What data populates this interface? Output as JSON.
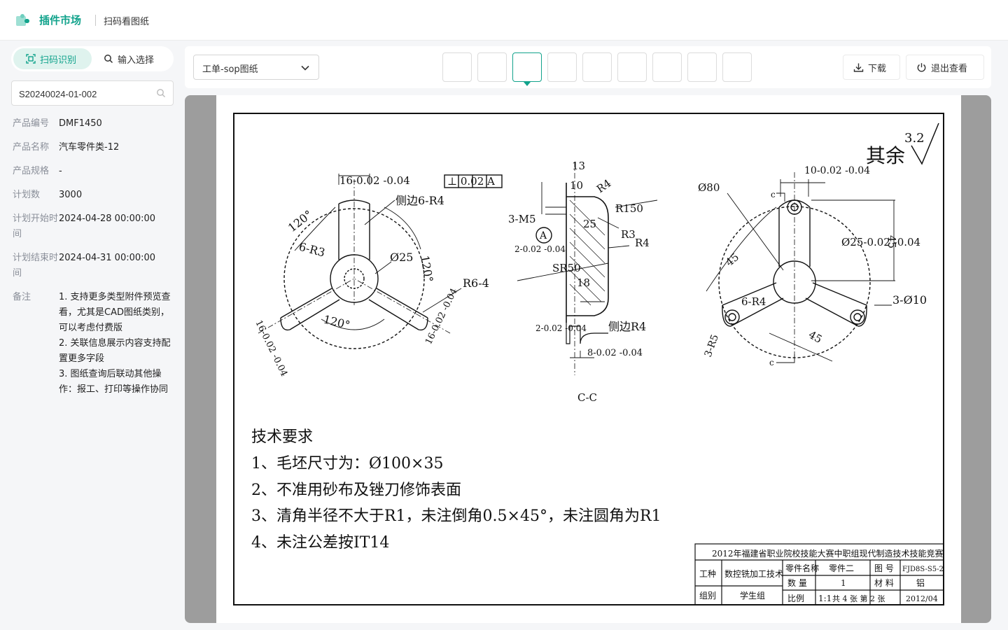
{
  "header": {
    "app_title": "插件市场",
    "page_name": "扫码看图纸"
  },
  "sidebar": {
    "tabs": [
      {
        "label": "扫码识别",
        "active": true,
        "icon": "scan-icon"
      },
      {
        "label": "输入选择",
        "active": false,
        "icon": "search-icon"
      }
    ],
    "search_value": "S20240024-01-002",
    "fields": [
      {
        "label": "产品编号",
        "value": "DMF1450"
      },
      {
        "label": "产品名称",
        "value": "汽车零件类-12"
      },
      {
        "label": "产品规格",
        "value": "-"
      },
      {
        "label": "计划数",
        "value": "3000"
      },
      {
        "label": "计划开始时间",
        "value": "2024-04-28 00:00:00"
      },
      {
        "label": "计划结束时间",
        "value": "2024-04-31 00:00:00"
      }
    ],
    "note_label": "备注",
    "note_lines": [
      "1. 支持更多类型附件预览查看，尤其是CAD图纸类别，可以考虑付费版",
      "2. 关联信息展示内容支持配置更多字段",
      "3. 图纸查询后联动其他操作：报工、打印等操作协同"
    ]
  },
  "toolbar": {
    "select_value": "工单-sop图纸",
    "thumbnail_count": 9,
    "active_thumbnail": 3,
    "download_label": "下载",
    "exit_label": "退出查看",
    "accent_color": "#12a38c"
  },
  "drawing": {
    "roughness_label": "其余",
    "roughness_value": "3.2",
    "section_label": "C-C",
    "requirements_title": "技术要求",
    "requirements": [
      "1、毛坯尺寸为：Ø100×35",
      "2、不准用砂布及锉刀修饰表面",
      "3、清角半径不大于R1，未注倒角0.5×45°，未注圆角为R1",
      "4、未注公差按IT14"
    ],
    "title_block": {
      "heading": "2012年福建省职业院校技能大赛中职组现代制造技术技能竞赛",
      "r1": [
        "工种",
        "数控铣加工技术",
        "零件名称",
        "零件二",
        "图 号",
        "FJD8S-S5-2"
      ],
      "r2": [
        "数 量",
        "1",
        "材 料",
        "铝"
      ],
      "r3": [
        "组别",
        "学生组",
        "比例",
        "1:1",
        "共 4 张 第 2 张",
        "2012/04"
      ]
    },
    "dims": {
      "left_16": "16-0.02 -0.04",
      "side_r4": "侧边6-R4",
      "a120": "120°",
      "r3": "6-R3",
      "d25": "Ø25",
      "r64": "R6-4",
      "flat": "⊥ 0.02 A",
      "d13": "13",
      "d10": "10",
      "r4": "R4",
      "r150": "R150",
      "m5": "3-M5",
      "d25b": "25",
      "r3b": "R3",
      "r4b": "R4",
      "ref_a": "A",
      "sr50": "SR50",
      "d18": "18",
      "d2": "2-0.02 -0.04",
      "side_r4b": "侧边R4",
      "d8": "8-0.02 -0.04",
      "d80": "Ø80",
      "d10c": "10-0.02 -0.04",
      "d45": "45",
      "d45v": "45",
      "d025": "Ø25-0.02 -0.04",
      "r4c": "6-R4",
      "h10": "3-Ø10",
      "r5": "3-R5",
      "c": "c"
    }
  }
}
